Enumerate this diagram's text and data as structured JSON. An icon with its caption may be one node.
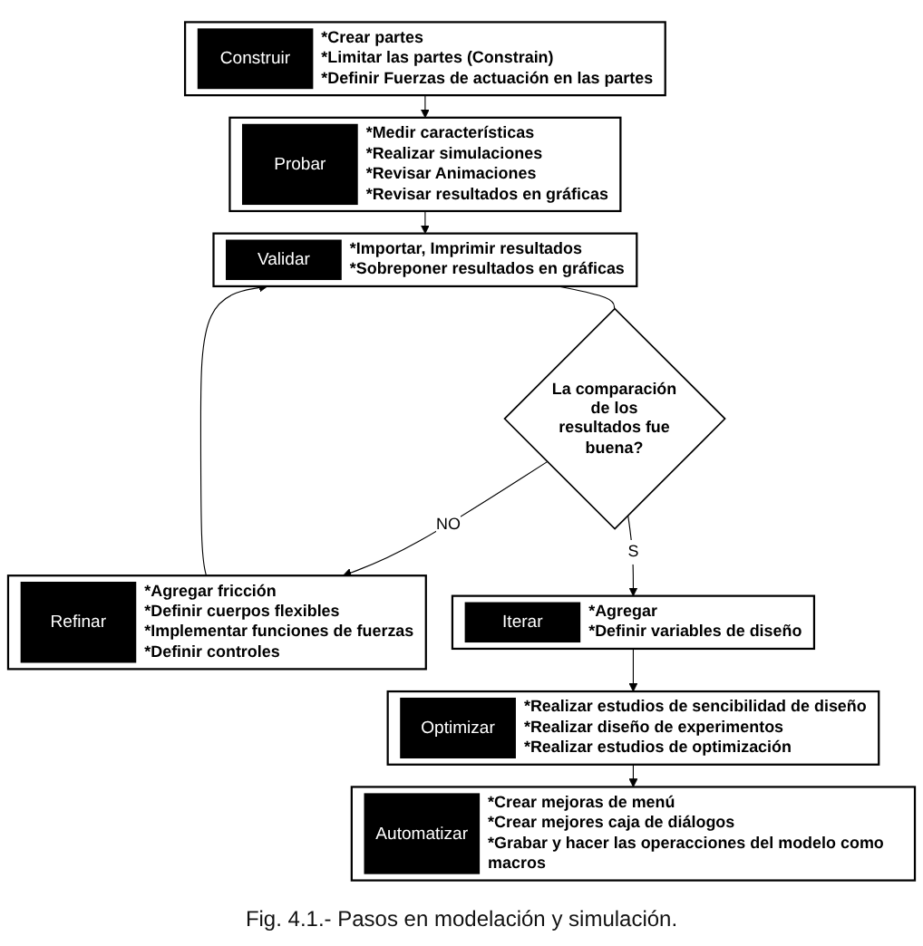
{
  "diagram": {
    "caption": "Fig. 4.1.- Pasos en modelación y simulación.",
    "nodes": [
      {
        "text": [
          "Construir",
          "*Crear partes",
          "*Limitar las partes (Constrain)",
          "*Definir Fuerzas de actuación en las partes"
        ]
      },
      {
        "text": [
          "Probar",
          "*Medir características",
          "*Realizar simulaciones",
          "*Revisar Animaciones",
          "*Revisar resultados en gráficas"
        ]
      },
      {
        "text": [
          "Validar",
          "*Importar, Imprimir resultados",
          "*Sobreponer resultados en gráficas"
        ]
      },
      {
        "text": [
          "La comparación de los resultados fue buena?"
        ]
      },
      {
        "text": [
          "Refinar",
          "*Agregar fricción",
          "*Definir cuerpos flexibles",
          "*Implementar funciones de fuerzas",
          "*Definir controles"
        ]
      },
      {
        "text": [
          "Iterar",
          "*Agregar",
          "*Definir variables de diseño"
        ]
      },
      {
        "text": [
          "Optimizar",
          "*Realizar estudios de sencibilidad de diseño",
          "*Realizar diseño de experimentos",
          "*Realizar estudios de optimización"
        ]
      },
      {
        "text": [
          "Automatizar",
          "*Crear mejoras de menú",
          "*Crear mejores caja de diálogos",
          "*Grabar y hacer las operacciones del modelo como macros"
        ]
      }
    ],
    "edges": [
      {
        "from": 0,
        "to": 1,
        "arrow": "to"
      },
      {
        "from": 1,
        "to": 2,
        "arrow": "to"
      },
      {
        "from": 2,
        "to": 3,
        "arrow": "none"
      },
      {
        "from": 3,
        "to": 4,
        "arrow": "to",
        "label": "NO"
      },
      {
        "from": 3,
        "to": 5,
        "arrow": "to",
        "label": "S"
      },
      {
        "from": 4,
        "to": 2,
        "arrow": "to"
      },
      {
        "from": 5,
        "to": 6,
        "arrow": "to"
      },
      {
        "from": 6,
        "to": 7,
        "arrow": "to"
      }
    ]
  }
}
